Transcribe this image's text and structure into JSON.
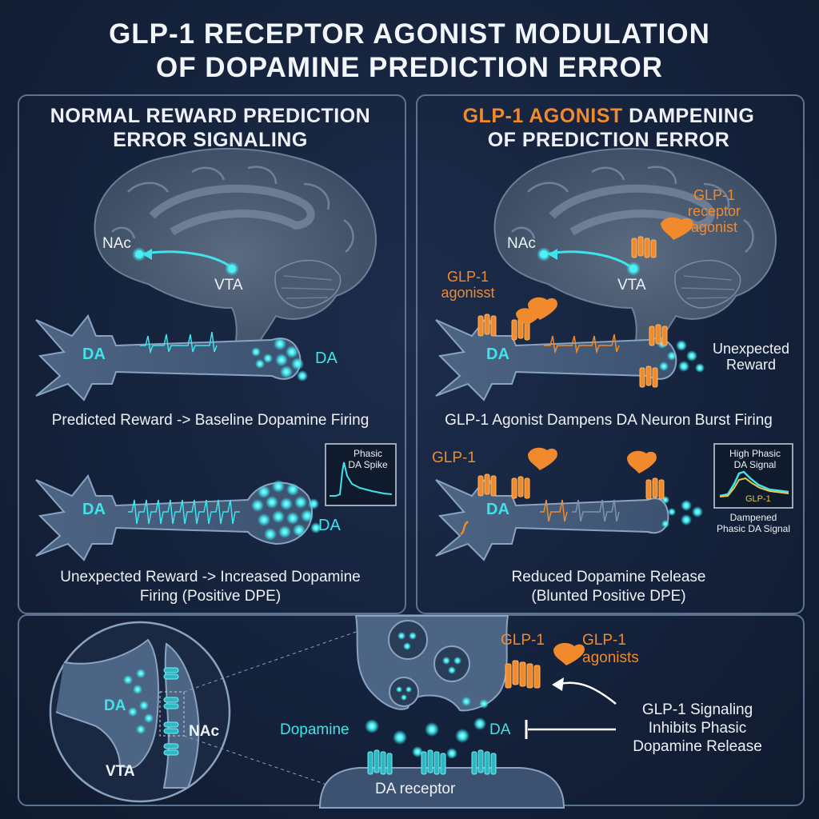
{
  "title_line1": "GLP-1 RECEPTOR AGONIST MODULATION",
  "title_line2": "OF DOPAMINE PREDICTION ERROR",
  "left_panel": {
    "title_line1": "NORMAL REWARD PREDICTION",
    "title_line2": "ERROR SIGNALING",
    "brain_nac": "NAc",
    "brain_vta": "VTA",
    "neuron1_da": "DA",
    "neuron1_release_da": "DA",
    "caption1": "Predicted Reward -> Baseline Dopamine Firing",
    "neuron2_da": "DA",
    "neuron2_release_da": "DA",
    "inset_line1": "Phasic",
    "inset_line2": "DA Spike",
    "caption2_line1": "Unexpected Reward -> Increased Dopamine",
    "caption2_line2": "Firing (Positive DPE)"
  },
  "right_panel": {
    "title_orange": "GLP-1 AGONIST",
    "title_rest": " DAMPENING",
    "title_line2": "OF PREDICTION ERROR",
    "brain_nac": "NAc",
    "brain_vta": "VTA",
    "receptor_agonist_line1": "GLP-1",
    "receptor_agonist_line2": "receptor",
    "receptor_agonist_line3": "agonist",
    "agonist_line1": "GLP-1",
    "agonist_line2": "agonisst",
    "neuron1_da": "DA",
    "unexpected_line1": "Unexpected",
    "unexpected_line2": "Reward",
    "caption1": "GLP-1 Agonist Dampens DA Neuron Burst Firing",
    "glp1_label": "GLP-1",
    "neuron2_da": "DA",
    "inset_line1": "High Phasic",
    "inset_line2": "DA Signal",
    "inset_glp1": "GLP-1",
    "inset_below_line1": "Dampened",
    "inset_below_line2": "Phasic DA Signal",
    "caption2_line1": "Reduced Dopamine Release",
    "caption2_line2": "(Blunted Positive DPE)"
  },
  "bottom_panel": {
    "circle_da": "DA",
    "circle_vta": "VTA",
    "circle_nac": "NAc",
    "glp1_label": "GLP-1",
    "agonists_line1": "GLP-1",
    "agonists_line2": "agonists",
    "dopamine": "Dopamine",
    "da": "DA",
    "receptor": "DA receptor",
    "inhibit_line1": "GLP-1 Signaling",
    "inhibit_line2": "Inhibits Phasic",
    "inhibit_line3": "Dopamine Release"
  },
  "colors": {
    "cyan": "#3fe3ea",
    "orange": "#f08a2c",
    "panel_border": "#5b7390",
    "background": "#14213a"
  }
}
